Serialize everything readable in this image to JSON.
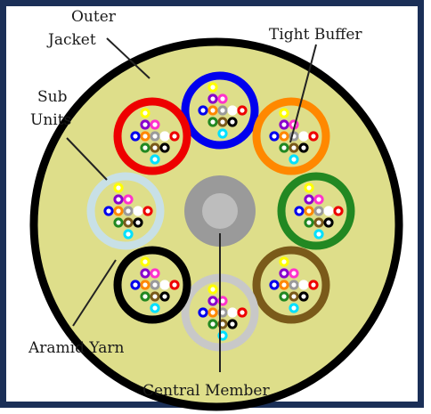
{
  "labels": {
    "outer_jacket_line1": "Outer",
    "outer_jacket_line2": "Jacket",
    "tight_buffer": "Tight Buffer",
    "sub_units_line1": "Sub",
    "sub_units_line2": "Units",
    "aramid_yarn": "Aramid Yarn",
    "central_member": "Central Member"
  },
  "colors": {
    "frame": "#1b2f57",
    "outer_jacket": "#000000",
    "aramid_yarn_fill": "#dede8a",
    "central_member_outer": "#9a9a9a",
    "central_member_inner": "#bdbdbd",
    "subunit_rings": [
      "#0000ee",
      "#ff8800",
      "#228822",
      "#7a5a1a",
      "#c8c8c8",
      "#000000",
      "#c8e0e6",
      "#ee0000"
    ],
    "fiber_colors": [
      "#0000ee",
      "#ff8800",
      "#228822",
      "#7a5a1a",
      "#9a9a9a",
      "#ffffff",
      "#ee0000",
      "#000000",
      "#ffff00",
      "#8800cc",
      "#ff33cc",
      "#00e0ff"
    ]
  }
}
